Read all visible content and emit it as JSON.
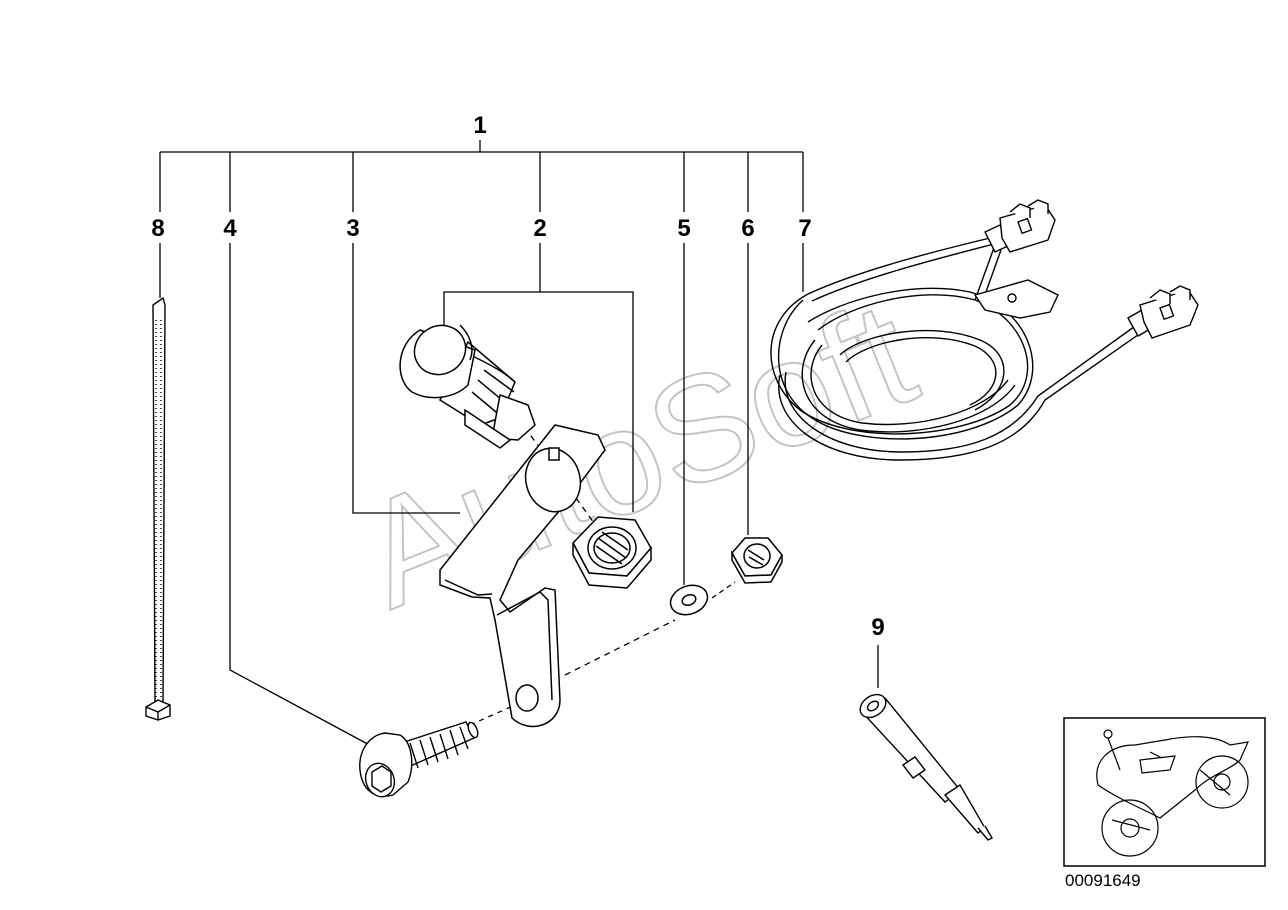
{
  "callouts": {
    "c1": "1",
    "c2": "2",
    "c3": "3",
    "c4": "4",
    "c5": "5",
    "c6": "6",
    "c7": "7",
    "c8": "8",
    "c9": "9"
  },
  "watermark": "AutoSoft",
  "diagram_number": "00091649",
  "colors": {
    "line": "#000000",
    "watermark": "#c4c4c4",
    "background": "#ffffff"
  }
}
